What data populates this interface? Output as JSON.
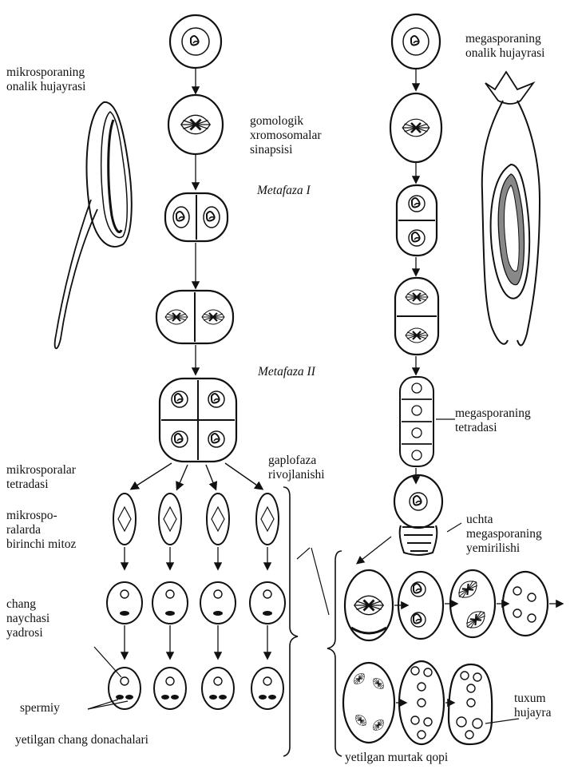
{
  "labels": {
    "mikrosporaning": "mikrosporaning\nonalik hujayrasi",
    "megasporaning_onalik": "megasporaning\nonalik hujayrasi",
    "gomologik": "gomologik\nxromosomalar\nsinapsisi",
    "metafaza1": "Metafaza I",
    "metafaza2": "Metafaza II",
    "megasporaning_tetradasi": "megasporaning\ntetradasi",
    "mikrosporalar_tetradasi": "mikrosporalar\ntetradasi",
    "gaplofaza": "gaplofaza\nrivojlanishi",
    "birinchi_mitoz": "mikrospo-\nralarda\nbirinchi mitoz",
    "uchta": "uchta\nmegasporaning\nyemirilishi",
    "chang_naychasi": "chang\nnaychasi\nyadrosi",
    "spermiy": "spermiy",
    "tuxum": "tuxum\nhujayra",
    "yetilgan_chang": "yetilgan chang donachalari",
    "yetilgan_murtak": "yetilgan murtak qopi"
  }
}
